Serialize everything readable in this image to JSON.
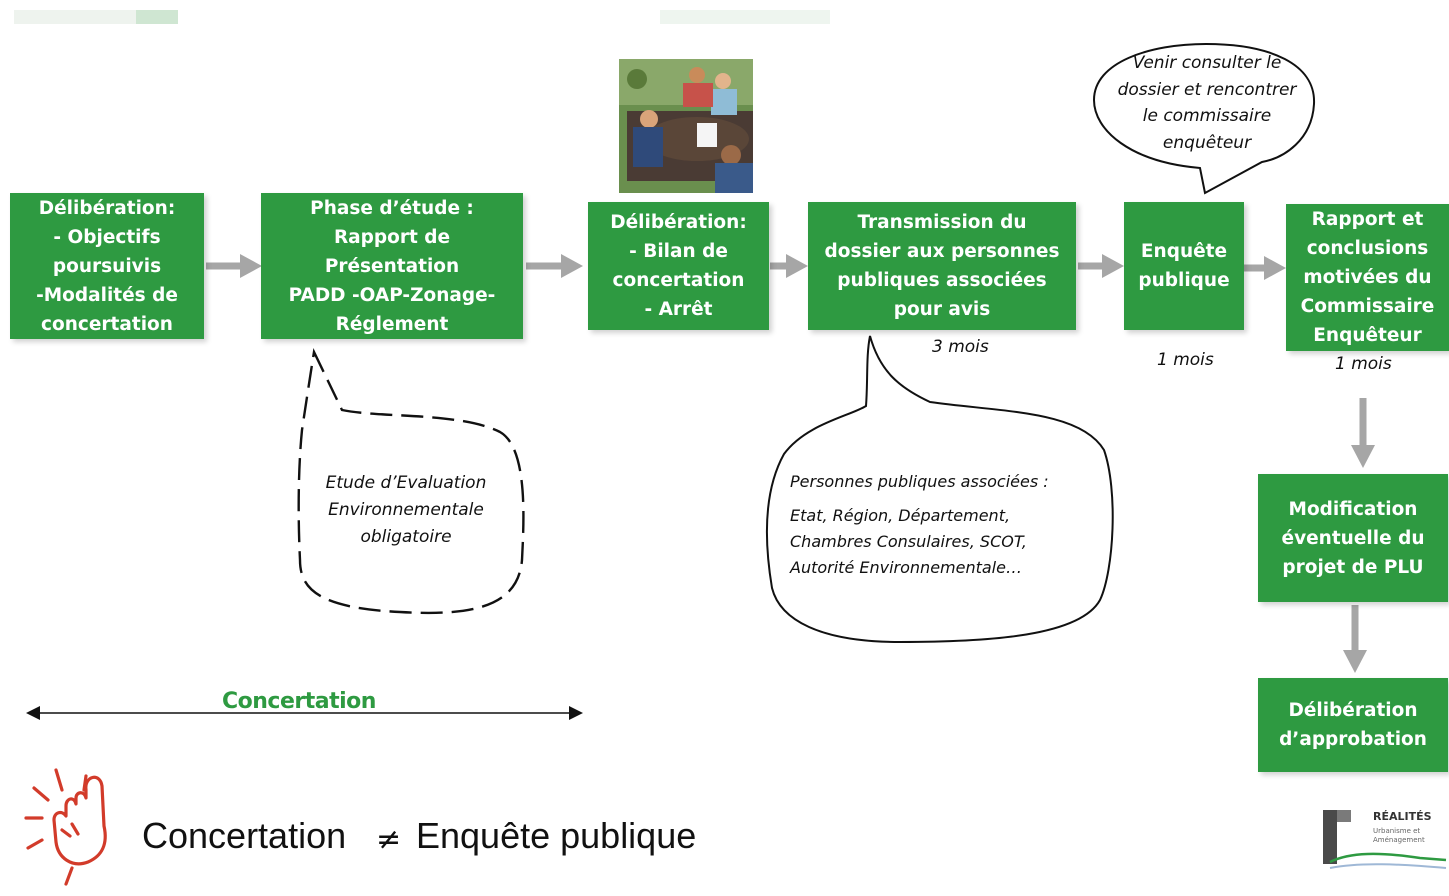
{
  "steps": {
    "deliberation_initiale": "Délibération:\n- Objectifs\npoursuivis\n-Modalités de\nconcertation",
    "phase_etude": "Phase d’étude :\nRapport de\nPrésentation\nPADD -OAP-Zonage-\nRéglement",
    "deliberation_arret": "Délibération:\n- Bilan de\nconcertation\n- Arrêt",
    "transmission": "Transmission du\ndossier aux personnes\npubliques associées\npour avis",
    "enquete": "Enquête\npublique",
    "rapport": "Rapport et\nconclusions\nmotivées du\nCommissaire\nEnquêteur",
    "modification": "Modification\néventuelle du\nprojet de PLU",
    "approbation": "Délibération\nd’approbation"
  },
  "durations": {
    "transmission": "3 mois",
    "enquete": "1 mois",
    "rapport": "1 mois"
  },
  "bubbles": {
    "evaluation": "Etude d’Evaluation\nEnvironnementale\nobligatoire",
    "commissaire": "Venir consulter le\ndossier et rencontrer\nle commissaire\nenquêteur",
    "ppa_title": "Personnes publiques associées :",
    "ppa_list": "Etat, Région, Département,\nChambres Consulaires, SCOT,\nAutorité Environnementale…"
  },
  "concertation_label": "Concertation",
  "footer": {
    "left": "Concertation",
    "neq": "≠",
    "right": "Enquête publique"
  },
  "logo": {
    "title": "RÉALITÉS",
    "subtitle": "Urbanisme et\nAménagement"
  },
  "colors": {
    "box_green": "#2e9a41",
    "arrow_gray": "#a6a6a6",
    "accent_red": "#d23b2a"
  },
  "icons": [
    "meeting-clipart-icon",
    "hand-pointing-icon",
    "realites-logo-icon"
  ]
}
